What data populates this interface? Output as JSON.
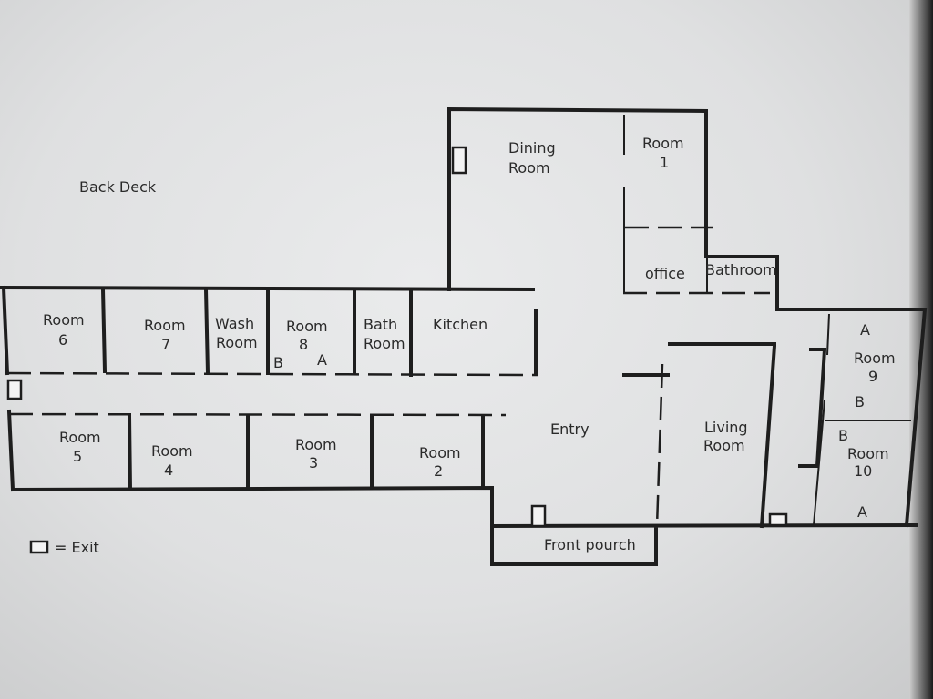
{
  "labels": {
    "back_deck": "Back Deck",
    "dining_room_1": "Dining",
    "dining_room_2": "Room",
    "room1_1": "Room",
    "room1_2": "1",
    "office": "office",
    "bathroom": "Bathroom",
    "room6_1": "Room",
    "room6_2": "6",
    "room7_1": "Room",
    "room7_2": "7",
    "wash_1": "Wash",
    "wash_2": "Room",
    "room8_1": "Room",
    "room8_2": "8",
    "room8_b": "B",
    "room8_a": "A",
    "bath_1": "Bath",
    "bath_2": "Room",
    "kitchen": "Kitchen",
    "room9_a": "A",
    "room9_1": "Room",
    "room9_2": "9",
    "room9_b": "B",
    "room10_b": "B",
    "room10_1": "Room",
    "room10_2": "10",
    "room10_a": "A",
    "room5_1": "Room",
    "room5_2": "5",
    "room4_1": "Room",
    "room4_2": "4",
    "room3_1": "Room",
    "room3_2": "3",
    "room2_1": "Room",
    "room2_2": "2",
    "entry": "Entry",
    "living_1": "Living",
    "living_2": "Room",
    "front_porch": "Front pourch",
    "legend": "= Exit"
  }
}
